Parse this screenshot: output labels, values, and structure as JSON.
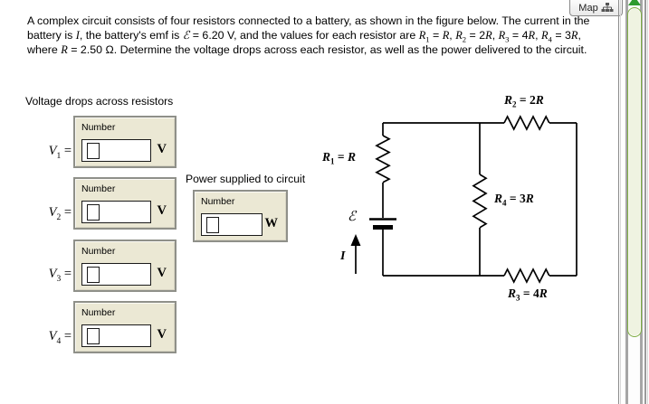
{
  "toolbar": {
    "map_label": "Map"
  },
  "problem": {
    "segments": [
      {
        "s": "n",
        "t": "A complex circuit consists of four resistors connected to a battery, as shown in the figure below. The current in the battery is "
      },
      {
        "s": "i",
        "t": "I"
      },
      {
        "s": "n",
        "t": ", the battery's emf is "
      },
      {
        "s": "i",
        "t": "ℰ"
      },
      {
        "s": "n",
        "t": " = 6.20 V, and the values for each resistor are "
      },
      {
        "s": "i",
        "t": "R"
      },
      {
        "s": "sub",
        "t": "1"
      },
      {
        "s": "n",
        "t": " = "
      },
      {
        "s": "i",
        "t": "R"
      },
      {
        "s": "n",
        "t": ", "
      },
      {
        "s": "i",
        "t": "R"
      },
      {
        "s": "sub",
        "t": "2"
      },
      {
        "s": "n",
        "t": " = 2"
      },
      {
        "s": "i",
        "t": "R"
      },
      {
        "s": "n",
        "t": ", "
      },
      {
        "s": "i",
        "t": "R"
      },
      {
        "s": "sub",
        "t": "3"
      },
      {
        "s": "n",
        "t": " = 4"
      },
      {
        "s": "i",
        "t": "R"
      },
      {
        "s": "n",
        "t": ", "
      },
      {
        "s": "i",
        "t": "R"
      },
      {
        "s": "sub",
        "t": "4"
      },
      {
        "s": "n",
        "t": " = 3"
      },
      {
        "s": "i",
        "t": "R"
      },
      {
        "s": "n",
        "t": ", where "
      },
      {
        "s": "i",
        "t": "R"
      },
      {
        "s": "n",
        "t": " = 2.50 Ω. Determine the voltage drops across each resistor, as well as the power delivered to the circuit."
      }
    ]
  },
  "form": {
    "voltage_heading": "Voltage drops across resistors",
    "power_heading": "Power supplied to circuit",
    "voltage_fields": [
      {
        "id": "V1",
        "label": [
          {
            "s": "i",
            "t": "V"
          },
          {
            "s": "sub",
            "t": "1"
          },
          {
            "s": "n",
            "t": " ="
          }
        ],
        "box_label": "Number",
        "value": "",
        "unit": "V"
      },
      {
        "id": "V2",
        "label": [
          {
            "s": "i",
            "t": "V"
          },
          {
            "s": "sub",
            "t": "2"
          },
          {
            "s": "n",
            "t": " ="
          }
        ],
        "box_label": "Number",
        "value": "",
        "unit": "V"
      },
      {
        "id": "V3",
        "label": [
          {
            "s": "i",
            "t": "V"
          },
          {
            "s": "sub",
            "t": "3"
          },
          {
            "s": "n",
            "t": " ="
          }
        ],
        "box_label": "Number",
        "value": "",
        "unit": "V"
      },
      {
        "id": "V4",
        "label": [
          {
            "s": "i",
            "t": "V"
          },
          {
            "s": "sub",
            "t": "4"
          },
          {
            "s": "n",
            "t": " ="
          }
        ],
        "box_label": "Number",
        "value": "",
        "unit": "V"
      }
    ],
    "power_field": {
      "id": "P",
      "box_label": "Number",
      "value": "",
      "unit": "W"
    }
  },
  "circuit": {
    "labels": {
      "r1": [
        {
          "s": "i",
          "t": "R"
        },
        {
          "s": "sub",
          "t": "1"
        },
        {
          "s": "n",
          "t": " = "
        },
        {
          "s": "i",
          "t": "R"
        }
      ],
      "r2": [
        {
          "s": "i",
          "t": "R"
        },
        {
          "s": "sub",
          "t": "2"
        },
        {
          "s": "n",
          "t": " = 2"
        },
        {
          "s": "i",
          "t": "R"
        }
      ],
      "r3": [
        {
          "s": "i",
          "t": "R"
        },
        {
          "s": "sub",
          "t": "3"
        },
        {
          "s": "n",
          "t": " = 4"
        },
        {
          "s": "i",
          "t": "R"
        }
      ],
      "r4": [
        {
          "s": "i",
          "t": "R"
        },
        {
          "s": "sub",
          "t": "4"
        },
        {
          "s": "n",
          "t": " = 3"
        },
        {
          "s": "i",
          "t": "R"
        }
      ],
      "emf": "ℰ",
      "current": "I"
    }
  },
  "colors": {
    "panel_bg": "#ebe8d4",
    "panel_border": "#8f9089",
    "input_border": "#1a1a1a",
    "frame_gray": "#8c8c8c",
    "track_wall": "#a6a6a6",
    "scroll_thumb_bg": "#eff3e1",
    "scroll_thumb_border": "#7fae44",
    "scroll_arrow": "#2e9b2e",
    "button_border": "#8a8a8a",
    "text_color": "#000000"
  }
}
